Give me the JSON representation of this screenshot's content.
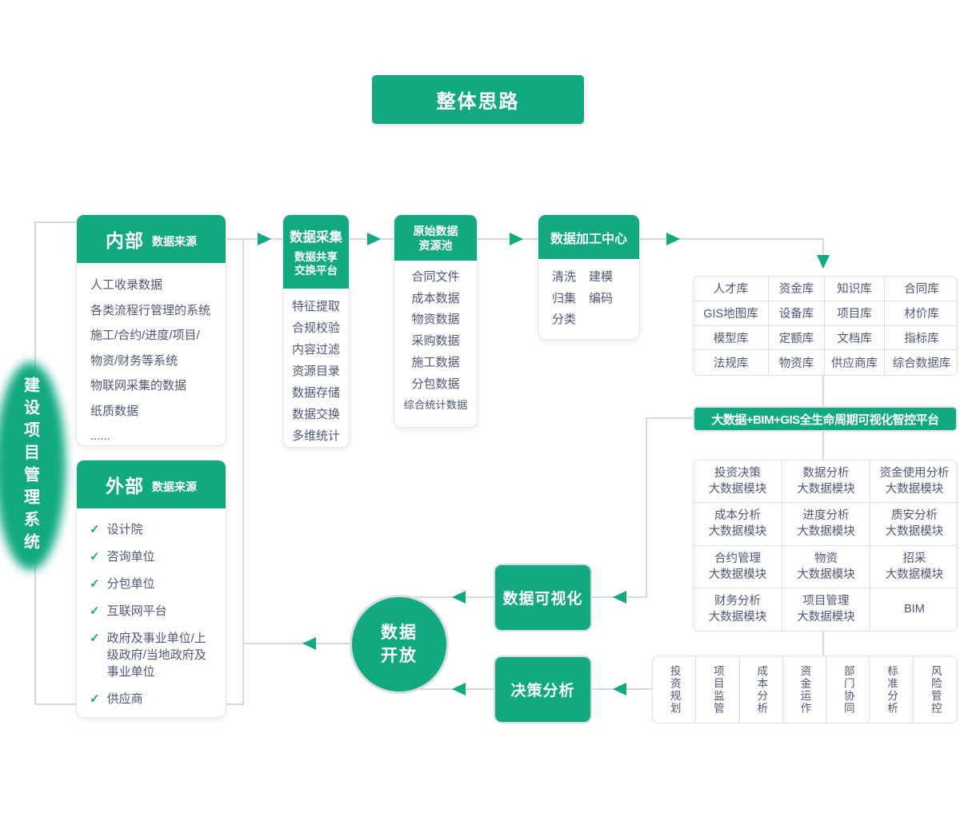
{
  "colors": {
    "accent_green": "#10a982",
    "line_gray": "#d7d9dc",
    "text_blue_gray": "#4d5878"
  },
  "title": "整体思路",
  "system_label": "建设项目管理系统",
  "internal": {
    "title": "内部",
    "subtitle": "数据来源",
    "items": [
      "人工收录数据",
      "各类流程行管理的系统",
      "施工/合约/进度/项目/",
      "物资/财务等系统",
      "物联网采集的数据",
      "纸质数据",
      "......"
    ]
  },
  "external": {
    "title": "外部",
    "subtitle": "数据来源",
    "check_icon": "✓",
    "items": [
      "设计院",
      "咨询单位",
      "分包单位",
      "互联网平台",
      "政府及事业单位/上级政府/当地政府及事业单位",
      "供应商"
    ]
  },
  "collect": {
    "title": "数据采集",
    "subtitle_line1": "数据共享",
    "subtitle_line2": "交换平台",
    "items": [
      "特征提取",
      "合规校验",
      "内容过滤",
      "资源目录",
      "数据存储",
      "数据交换",
      "多维统计"
    ]
  },
  "pool": {
    "title_line1": "原始数据",
    "title_line2": "资源池",
    "items": [
      "合同文件",
      "成本数据",
      "物资数据",
      "采购数据",
      "施工数据",
      "分包数据",
      "综合统计数据"
    ]
  },
  "process": {
    "title": "数据加工中心",
    "items": [
      "清洗",
      "建模",
      "归集",
      "编码",
      "分类"
    ]
  },
  "databases": {
    "rows": [
      [
        "人才库",
        "资金库",
        "知识库",
        "合同库"
      ],
      [
        "GIS地图库",
        "设备库",
        "项目库",
        "材价库"
      ],
      [
        "模型库",
        "定额库",
        "文档库",
        "指标库"
      ],
      [
        "法规库",
        "物资库",
        "供应商库",
        "综合数据库"
      ]
    ]
  },
  "platform_banner": "大数据+BIM+GIS全生命周期可视化智控平台",
  "modules": {
    "cells": [
      {
        "l1": "投资决策",
        "l2": "大数据模块"
      },
      {
        "l1": "数据分析",
        "l2": "大数据模块"
      },
      {
        "l1": "资金使用分析",
        "l2": "大数据模块"
      },
      {
        "l1": "成本分析",
        "l2": "大数据模块"
      },
      {
        "l1": "进度分析",
        "l2": "大数据模块"
      },
      {
        "l1": "质安分析",
        "l2": "大数据模块"
      },
      {
        "l1": "合约管理",
        "l2": "大数据模块"
      },
      {
        "l1": "物资",
        "l2": "大数据模块"
      },
      {
        "l1": "招采",
        "l2": "大数据模块"
      },
      {
        "l1": "财务分析",
        "l2": "大数据模块"
      },
      {
        "l1": "项目管理",
        "l2": "大数据模块"
      },
      {
        "l1": "BIM",
        "l2": ""
      }
    ]
  },
  "visualization_label": "数据可视化",
  "decision_label": "决策分析",
  "open_circle": {
    "line1": "数据",
    "line2": "开放"
  },
  "functions": [
    "投资规划",
    "项目监管",
    "成本分析",
    "资金运作",
    "部门协同",
    "标准分析",
    "风险管控"
  ]
}
